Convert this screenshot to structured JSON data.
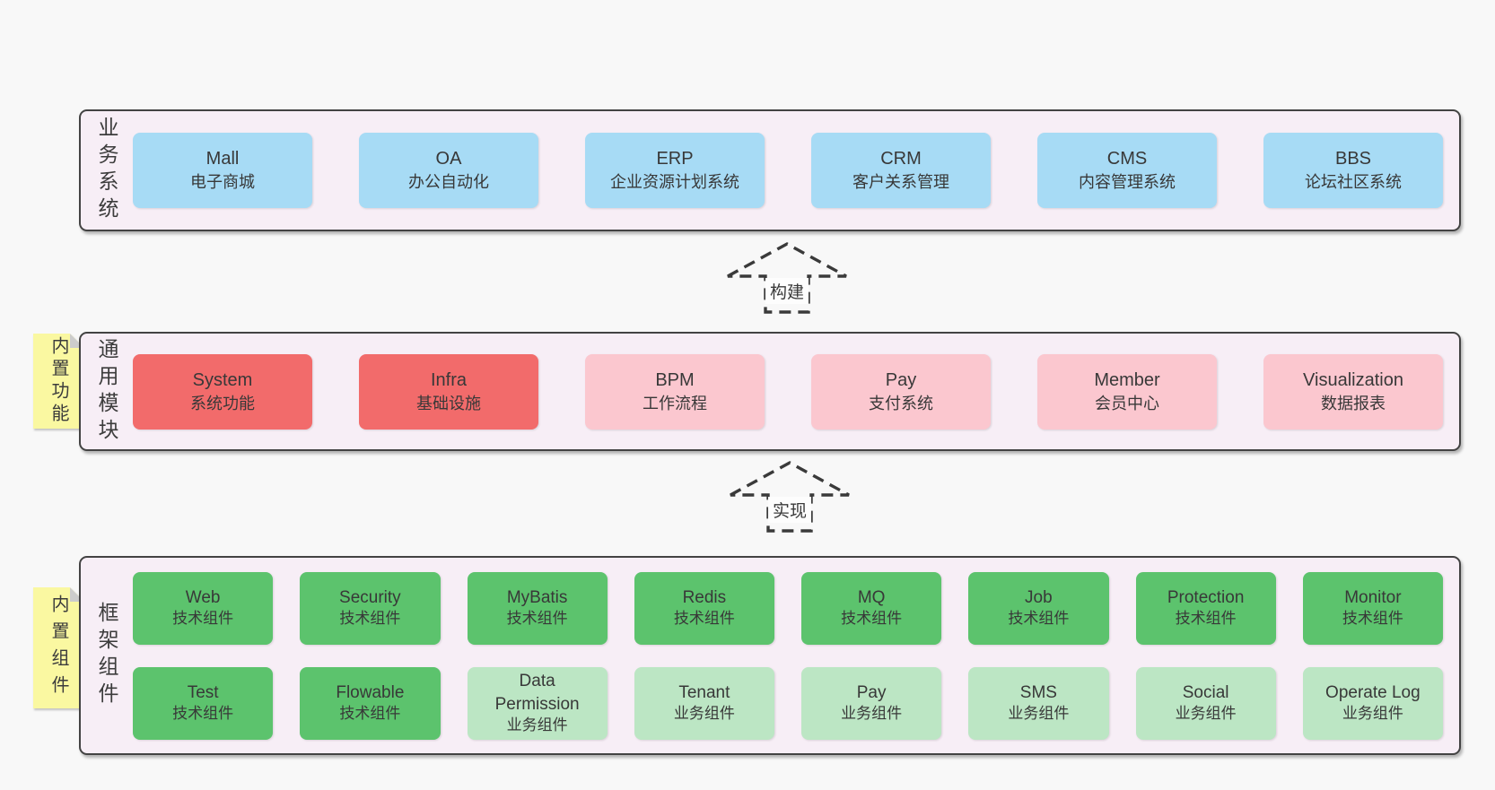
{
  "colors": {
    "page_bg": "#f8f8f8",
    "band_bg": "#f7eef6",
    "band_border": "#434343",
    "box_blue": "#a7dbf5",
    "box_red": "#f26b6b",
    "box_pink": "#fbc7cf",
    "box_green": "#5cc36d",
    "box_lightgreen": "#bce6c4",
    "sticky_yellow": "#faf8a1",
    "sticky_fold_gray": "#cccccc",
    "text": "#383838",
    "arrow_stroke": "#3a3a3a"
  },
  "arrows": [
    {
      "label": "构建"
    },
    {
      "label": "实现"
    }
  ],
  "bands": [
    {
      "id": "business-systems",
      "label": "业务系统",
      "sticky": null,
      "rows": [
        [
          {
            "en": "Mall",
            "zh": "电子商城",
            "variant": "blue"
          },
          {
            "en": "OA",
            "zh": "办公自动化",
            "variant": "blue"
          },
          {
            "en": "ERP",
            "zh": "企业资源计划系统",
            "variant": "blue"
          },
          {
            "en": "CRM",
            "zh": "客户关系管理",
            "variant": "blue"
          },
          {
            "en": "CMS",
            "zh": "内容管理系统",
            "variant": "blue"
          },
          {
            "en": "BBS",
            "zh": "论坛社区系统",
            "variant": "blue"
          }
        ]
      ]
    },
    {
      "id": "common-modules",
      "label": "通用模块",
      "sticky": "内置功能",
      "rows": [
        [
          {
            "en": "System",
            "zh": "系统功能",
            "variant": "red"
          },
          {
            "en": "Infra",
            "zh": "基础设施",
            "variant": "red"
          },
          {
            "en": "BPM",
            "zh": "工作流程",
            "variant": "pink"
          },
          {
            "en": "Pay",
            "zh": "支付系统",
            "variant": "pink"
          },
          {
            "en": "Member",
            "zh": "会员中心",
            "variant": "pink"
          },
          {
            "en": "Visualization",
            "zh": "数据报表",
            "variant": "pink"
          }
        ]
      ]
    },
    {
      "id": "framework-components",
      "label": "框架组件",
      "sticky": "内置组件",
      "rows": [
        [
          {
            "en": "Web",
            "zh": "技术组件",
            "variant": "green"
          },
          {
            "en": "Security",
            "zh": "技术组件",
            "variant": "green"
          },
          {
            "en": "MyBatis",
            "zh": "技术组件",
            "variant": "green"
          },
          {
            "en": "Redis",
            "zh": "技术组件",
            "variant": "green"
          },
          {
            "en": "MQ",
            "zh": "技术组件",
            "variant": "green"
          },
          {
            "en": "Job",
            "zh": "技术组件",
            "variant": "green"
          },
          {
            "en": "Protection",
            "zh": "技术组件",
            "variant": "green"
          },
          {
            "en": "Monitor",
            "zh": "技术组件",
            "variant": "green"
          }
        ],
        [
          {
            "en": "Test",
            "zh": "技术组件",
            "variant": "green"
          },
          {
            "en": "Flowable",
            "zh": "技术组件",
            "variant": "green"
          },
          {
            "en": "Data Permission",
            "zh": "业务组件",
            "variant": "lightgreen"
          },
          {
            "en": "Tenant",
            "zh": "业务组件",
            "variant": "lightgreen"
          },
          {
            "en": "Pay",
            "zh": "业务组件",
            "variant": "lightgreen"
          },
          {
            "en": "SMS",
            "zh": "业务组件",
            "variant": "lightgreen"
          },
          {
            "en": "Social",
            "zh": "业务组件",
            "variant": "lightgreen"
          },
          {
            "en": "Operate Log",
            "zh": "业务组件",
            "variant": "lightgreen"
          }
        ]
      ]
    }
  ]
}
